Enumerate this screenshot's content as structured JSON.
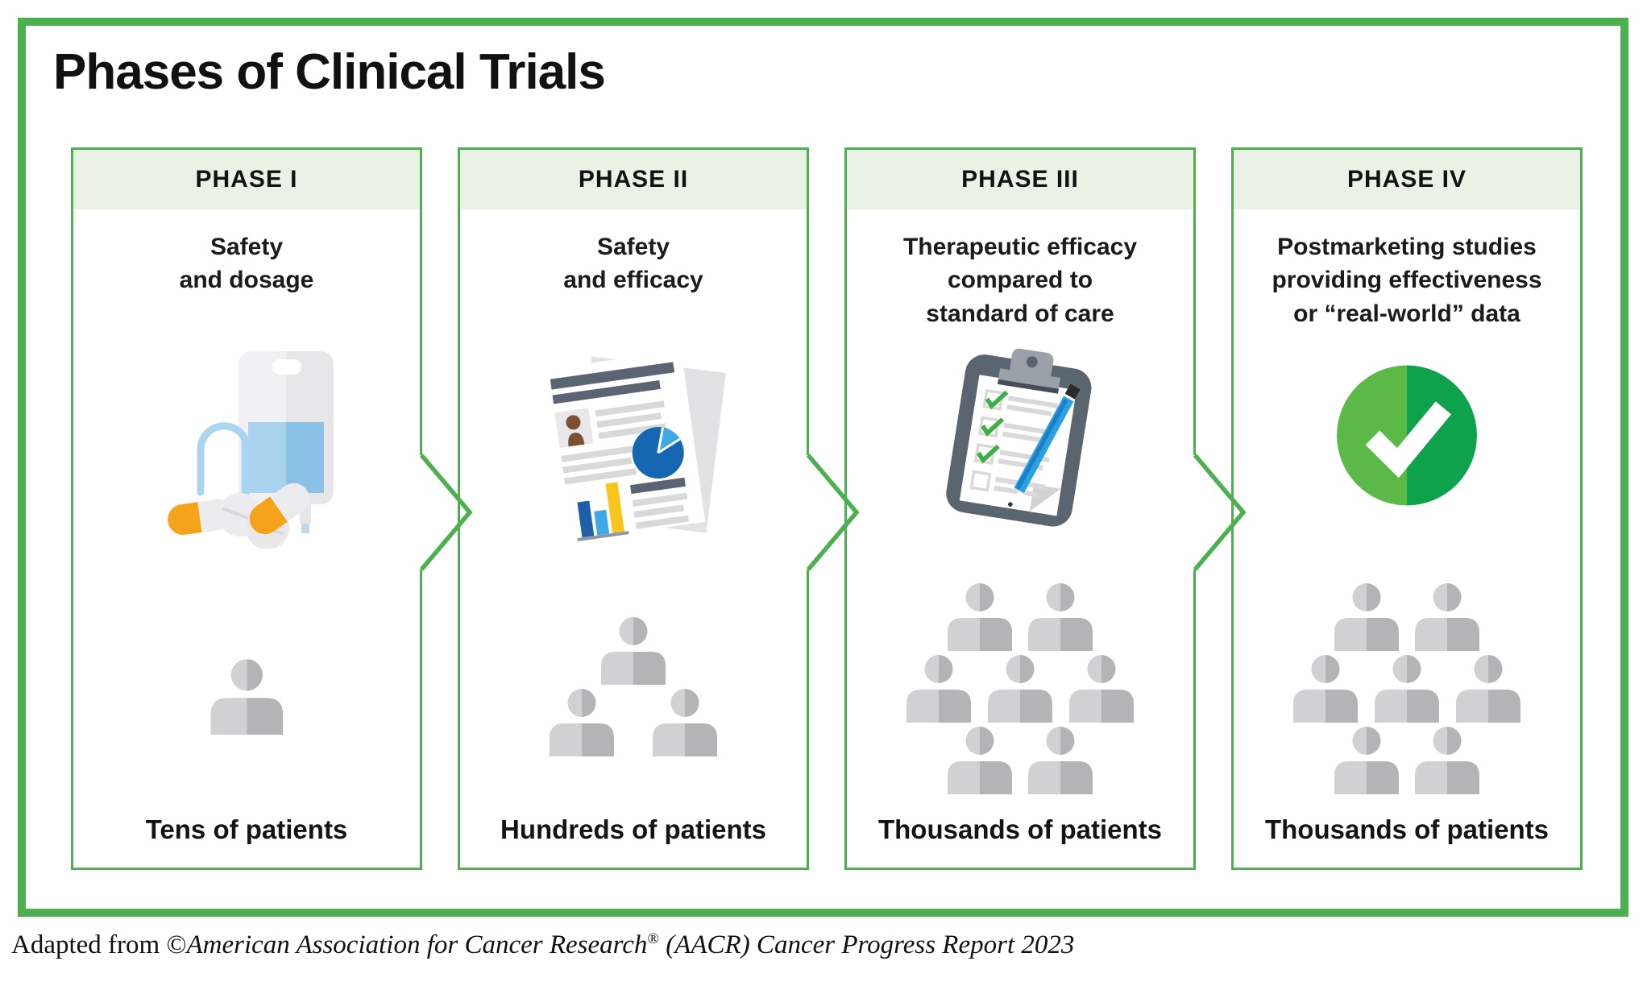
{
  "title": "Phases of Clinical Trials",
  "source_note": {
    "prefix": "Adapted from ©",
    "org_italic": "American Association for Cancer Research",
    "registered_mark": "®",
    "rest_italic": " (AACR) Cancer Progress Report 2023"
  },
  "colors": {
    "accent_green": "#4caf50",
    "phase_header_bg": "#e9f2e4",
    "check_green_light": "#5ab947",
    "check_green_dark": "#0fa24c",
    "person_gray_light": "#d1d1d3",
    "person_gray_dark": "#b4b4b7"
  },
  "phases": [
    {
      "label": "PHASE I",
      "description": [
        "Safety",
        "and dosage"
      ],
      "icon": "iv-bag-and-pills-icon",
      "patients_caption": "Tens of patients",
      "people_rows": [
        1
      ],
      "people_scale": 1.12
    },
    {
      "label": "PHASE II",
      "description": [
        "Safety",
        "and efficacy"
      ],
      "icon": "report-documents-icon",
      "patients_caption": "Hundreds of patients",
      "people_rows": [
        1,
        2
      ],
      "people_scale": 1
    },
    {
      "label": "PHASE III",
      "description": [
        "Therapeutic efficacy",
        "compared to",
        "standard of care"
      ],
      "icon": "clipboard-checklist-icon",
      "patients_caption": "Thousands of patients",
      "people_rows": [
        2,
        3,
        2
      ],
      "people_scale": 1
    },
    {
      "label": "PHASE IV",
      "description": [
        "Postmarketing studies",
        "providing effectiveness",
        "or “real-world” data"
      ],
      "icon": "approved-checkmark-icon",
      "patients_caption": "Thousands of patients",
      "people_rows": [
        2,
        3,
        2
      ],
      "people_scale": 1
    }
  ]
}
